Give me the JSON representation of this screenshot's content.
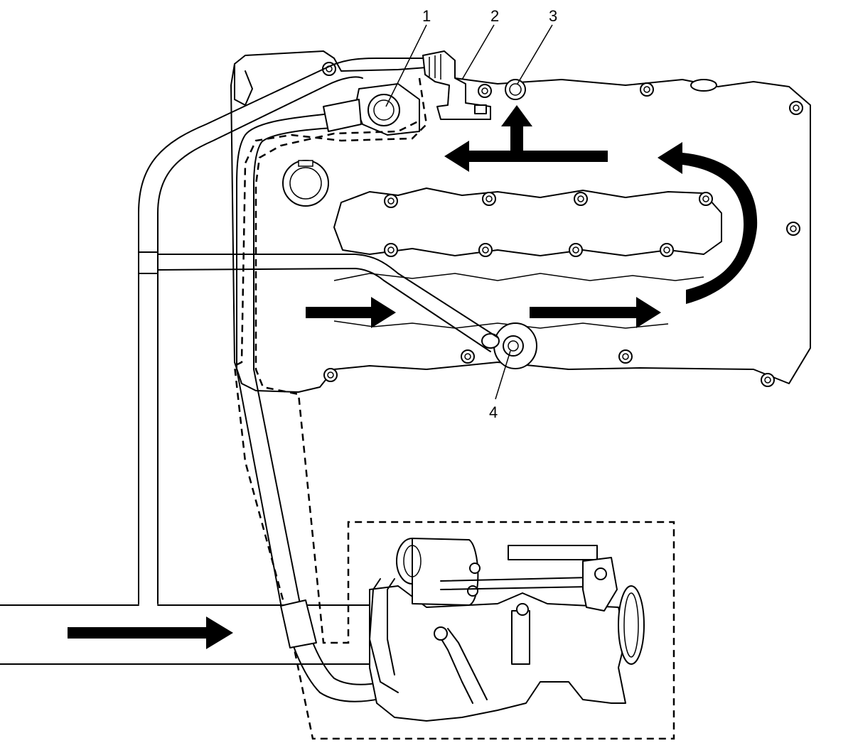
{
  "diagram": {
    "callouts": [
      {
        "id": "callout-1",
        "text": "1"
      },
      {
        "id": "callout-2",
        "text": "2"
      },
      {
        "id": "callout-3",
        "text": "3"
      },
      {
        "id": "callout-4",
        "text": "4"
      }
    ],
    "colors": {
      "line": "#000000",
      "background": "#ffffff"
    }
  }
}
